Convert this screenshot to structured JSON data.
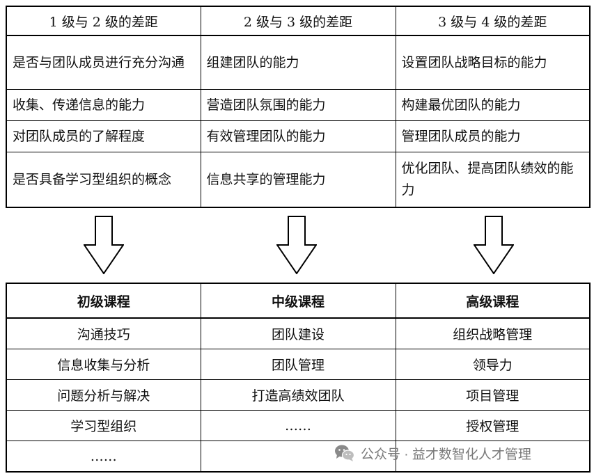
{
  "top_table": {
    "headers": [
      "1 级与 2 级的差距",
      "2 级与 3 级的差距",
      "3 级与 4 级的差距"
    ],
    "rows": [
      [
        "是否与团队成员进行充分沟通",
        "组建团队的能力",
        "设置团队战略目标的能力"
      ],
      [
        "收集、传递信息的能力",
        "营造团队氛围的能力",
        "构建最优团队的能力"
      ],
      [
        "对团队成员的了解程度",
        "有效管理团队的能力",
        "管理团队成员的能力"
      ],
      [
        "是否具备学习型组织的概念",
        "信息共享的管理能力",
        "优化团队、提高团队绩效的能力"
      ]
    ]
  },
  "arrows": [
    "down-arrow-icon",
    "down-arrow-icon",
    "down-arrow-icon"
  ],
  "bottom_table": {
    "headers": [
      "初级课程",
      "中级课程",
      "高级课程"
    ],
    "rows": [
      [
        "沟通技巧",
        "团队建设",
        "组织战略管理"
      ],
      [
        "信息收集与分析",
        "团队管理",
        "领导力"
      ],
      [
        "问题分析与解决",
        "打造高绩效团队",
        "项目管理"
      ],
      [
        "学习型组织",
        "……",
        "授权管理"
      ],
      [
        "……",
        "",
        ""
      ]
    ]
  },
  "watermark": {
    "icon": "wechat-icon",
    "text": "公众号 · 益才数智化人才管理"
  }
}
